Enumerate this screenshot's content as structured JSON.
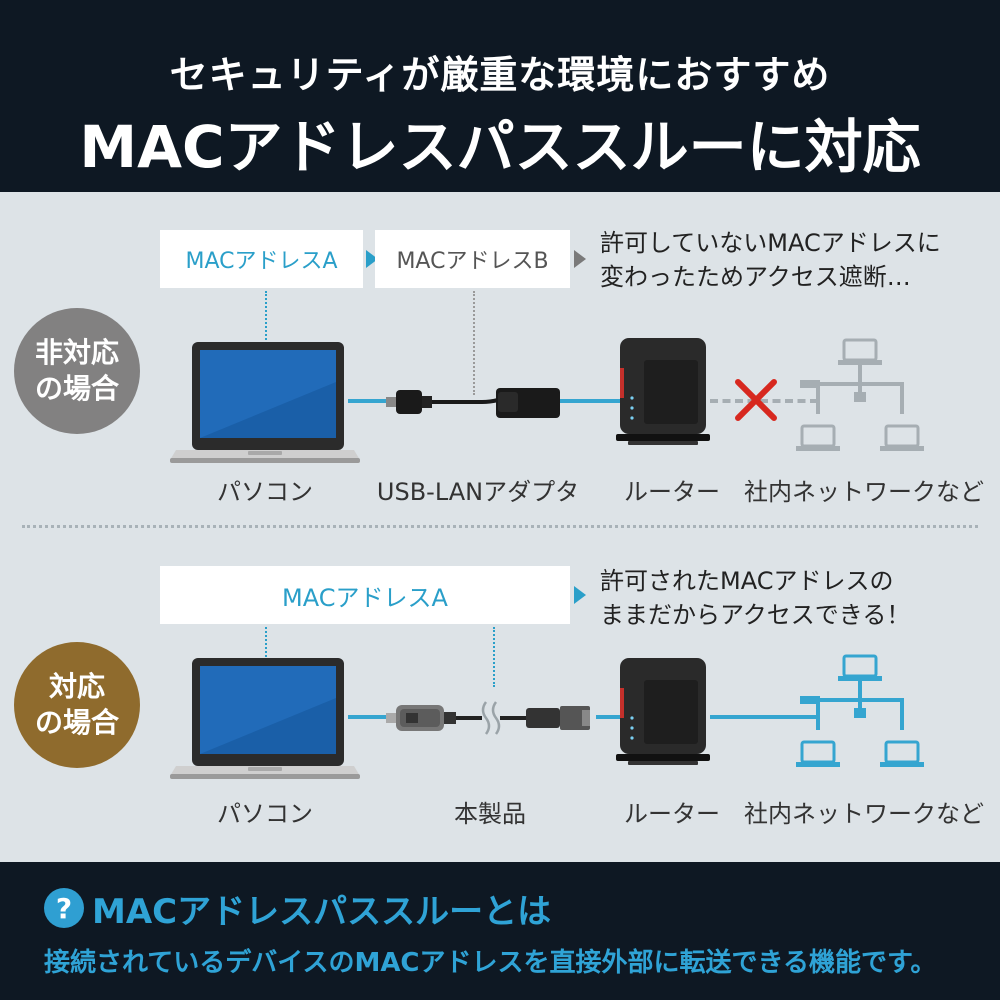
{
  "header": {
    "subtitle": "セキュリティが厳重な環境におすすめ",
    "title": "MACアドレスパススルーに対応"
  },
  "unsupported": {
    "badge_line1": "非対応",
    "badge_line2": "の場合",
    "mac_a": "MACアドレスA",
    "mac_b": "MACアドレスB",
    "note_line1": "許可していないMACアドレスに",
    "note_line2": "変わったためアクセス遮断…",
    "labels": {
      "pc": "パソコン",
      "adapter": "USB-LANアダプタ",
      "router": "ルーター",
      "network": "社内ネットワークなど"
    }
  },
  "supported": {
    "badge_line1": "対応",
    "badge_line2": "の場合",
    "mac_a": "MACアドレスA",
    "note_line1": "許可されたMACアドレスの",
    "note_line2": "ままだからアクセスできる！",
    "labels": {
      "pc": "パソコン",
      "product": "本製品",
      "router": "ルーター",
      "network": "社内ネットワークなど"
    }
  },
  "footer": {
    "icon": "?",
    "title": "MACアドレスパススルーとは",
    "description": "接続されているデバイスのMACアドレスを直接外部に転送できる機能です。"
  },
  "colors": {
    "accent_blue": "#2a9fc9",
    "navy": "#0e1823",
    "badge_gray": "#828181",
    "badge_gold": "#8f6b2d",
    "block_red": "#d7281f"
  }
}
